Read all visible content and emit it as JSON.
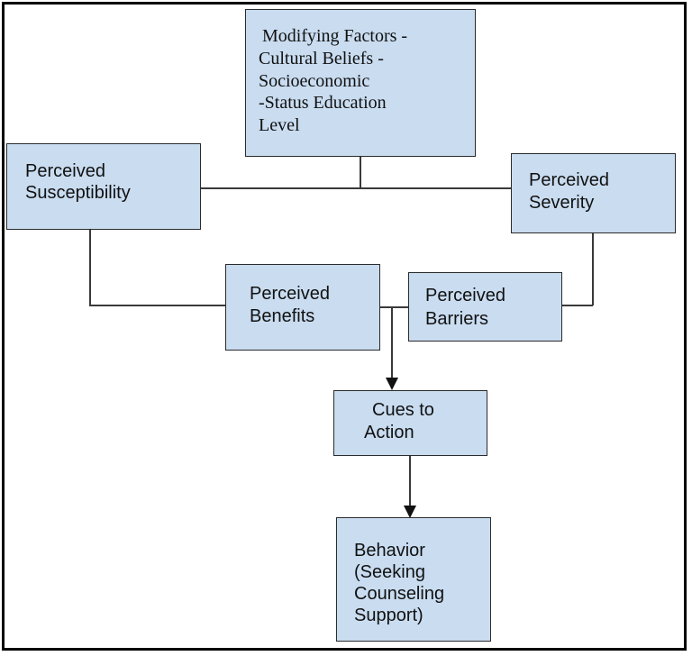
{
  "nodes": {
    "modifying": {
      "lines": [
        "Modifying Factors -",
        "Cultural Beliefs -",
        "Socioeconomic",
        "-Status Education",
        "Level"
      ]
    },
    "susceptibility": {
      "lines": [
        "Perceived",
        "Susceptibility"
      ]
    },
    "severity": {
      "lines": [
        "Perceived",
        "Severity"
      ]
    },
    "benefits": {
      "lines": [
        "Perceived",
        "Benefits"
      ]
    },
    "barriers": {
      "lines": [
        "Perceived",
        "Barriers"
      ]
    },
    "cues": {
      "lines": [
        "Cues to",
        "Action"
      ]
    },
    "behavior": {
      "lines": [
        "Behavior",
        "(Seeking",
        "Counseling",
        "Support)"
      ]
    }
  }
}
